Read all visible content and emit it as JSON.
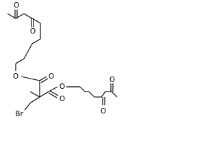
{
  "molecule": {
    "atom_labels": {
      "o_ketone_top_1": "O",
      "o_ketone_top_2": "O",
      "o_ester_top": "O",
      "o_carbonyl_top": "O",
      "o_ester_bottom": "O",
      "o_carbonyl_bottom": "O",
      "o_ketone_bottom_1": "O",
      "o_ketone_bottom_2": "O",
      "bromine": "Br"
    }
  }
}
